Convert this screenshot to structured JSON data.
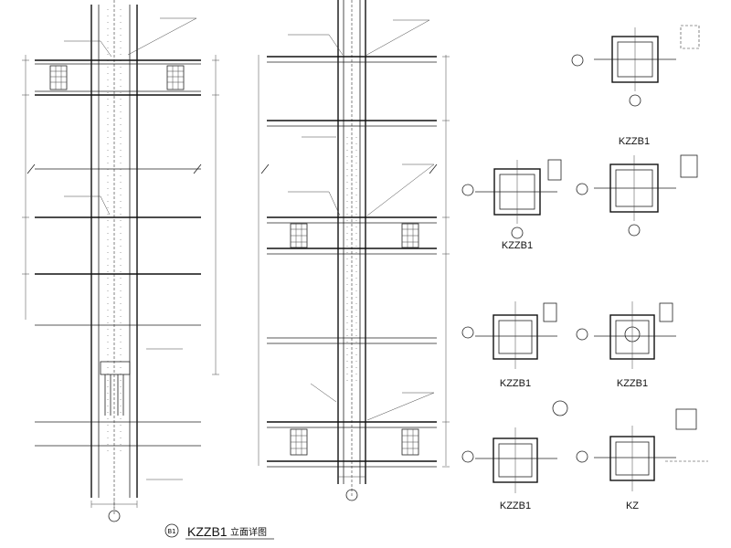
{
  "labels": {
    "section_a": "KZZB1",
    "section_b": "KZZB1",
    "section_c": "KZZB1",
    "section_d": "KZZB1",
    "section_e": "KZZB1",
    "section_f": "KZ",
    "main_title": "KZZB1",
    "main_title_suffix": "立面详图",
    "marker": "B1"
  }
}
